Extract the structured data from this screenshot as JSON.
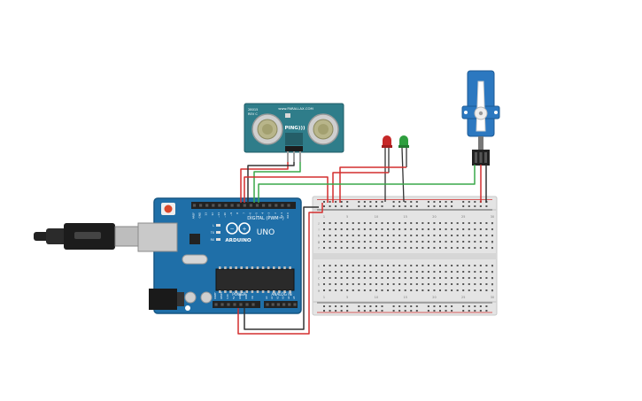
{
  "sensor": {
    "brand": "www.PARALLAX.COM",
    "model": "PING)))",
    "code_line1": "28015",
    "code_line2": "REV C"
  },
  "arduino": {
    "brand": "ARDUINO",
    "model": "UNO",
    "digital_label": "DIGITAL (PWM~)",
    "power_label": "POWER",
    "analog_label": "ANALOG IN",
    "header_top_labels": [
      "AREF",
      "GND",
      "13",
      "12",
      "~11",
      "~10",
      "~9",
      "8",
      "7",
      "~6",
      "~5",
      "4",
      "~3",
      "2",
      "TX 1",
      "RX 0"
    ],
    "led_labels": [
      "L",
      "TX",
      "RX"
    ],
    "power_pin_labels": [
      "IOREF",
      "RESET",
      "3.3V",
      "5V",
      "GND",
      "GND",
      "Vin"
    ],
    "analog_pin_labels": [
      "A0",
      "A1",
      "A2",
      "A3",
      "A4",
      "A5"
    ]
  },
  "breadboard": {
    "row_letters_top": [
      "j",
      "i",
      "h",
      "g",
      "f"
    ],
    "row_letters_bottom": [
      "e",
      "d",
      "c",
      "b",
      "a"
    ],
    "column_numbers": [
      "1",
      "5",
      "10",
      "15",
      "20",
      "25",
      "30"
    ]
  },
  "colors": {
    "arduino_blue": "#1f6fa8",
    "servo_blue": "#2c78c0",
    "sensor_teal": "#2f7d8a",
    "wire_red": "#d32f2f",
    "wire_black": "#222222",
    "wire_green": "#3aa84a",
    "led_red": "#c62828",
    "led_green": "#2e9e3e"
  }
}
